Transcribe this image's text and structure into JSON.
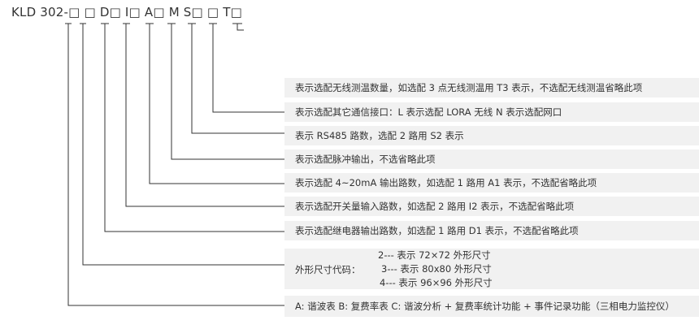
{
  "model_code": "KLD 302-□ □ D□ I□ A□ M S□ □ T□",
  "descriptions": [
    "表示选配无线测温数量，如选配 3 点无线测温用 T3 表示，不选配无线测温省略此项",
    "表示选配其它通信接口：L 表示选配 LORA 无线   N 表示选配网口",
    "表示 RS485 路数，选配 2 路用 S2 表示",
    "表示选配脉冲输出，不选省略此项",
    "表示选配 4~20mA 输出路数，如选配 1 路用 A1 表示，不选配省略此项",
    "表示选配开关量输入路数，如选配 2 路用 I2 表示，不选配省略此项",
    "表示选配继电器输出路数，如选配 1 路用 D1 表示，不选配省略此项"
  ],
  "size_label": "外形尺寸代码：",
  "size_options": [
    "2--- 表示 72×72  外形尺寸",
    "3--- 表示 80x80  外形尺寸",
    "4--- 表示 96×96  外形尺寸"
  ],
  "function_desc": "A: 谐波表   B: 复费率表   C: 谐波分析 + 复费率统计功能 + 事件记录功能（三相电力监控仪）"
}
